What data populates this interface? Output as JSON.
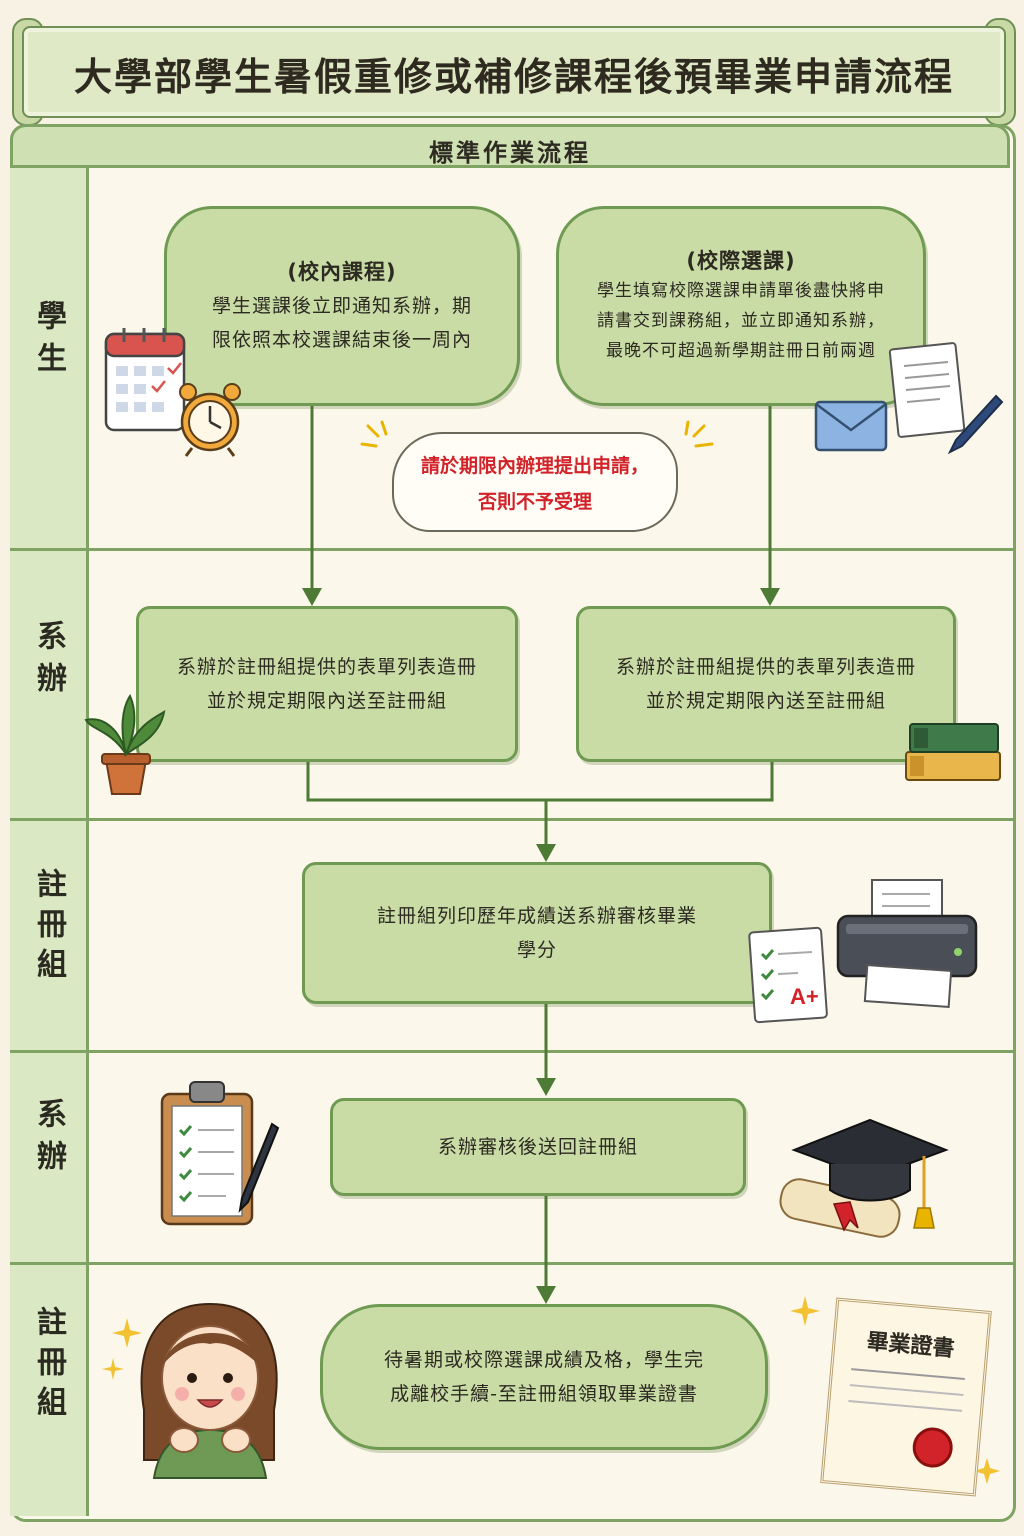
{
  "title": "大學部學生暑假重修或補修課程後預畢業申請流程",
  "header": "標準作業流程",
  "lanes": [
    "學生",
    "系辦",
    "註冊組",
    "系辦",
    "註冊組"
  ],
  "student": {
    "campus": {
      "title": "(校內課程)",
      "line1": "學生選課後立即通知系辦，期",
      "line2": "限依照本校選課結束後一周內"
    },
    "inter": {
      "title": "(校際選課)",
      "line1": "學生填寫校際選課申請單後盡快將申",
      "line2": "請書交到課務組，並立即通知系辦，",
      "line3": "最晚不可超過新學期註冊日前兩週"
    }
  },
  "notice": {
    "line1": "請於期限內辦理提出申請，",
    "line2": "否則不予受理"
  },
  "office1": {
    "left": {
      "line1": "系辦於註冊組提供的表單列表造冊",
      "line2": "並於規定期限內送至註冊組"
    },
    "right": {
      "line1": "系辦於註冊組提供的表單列表造冊",
      "line2": "並於規定期限內送至註冊組"
    }
  },
  "registry1": {
    "line1": "註冊組列印歷年成績送系辦審核畢業",
    "line2": "學分"
  },
  "office2": {
    "text": "系辦審核後送回註冊組"
  },
  "registry2": {
    "line1": "待暑期或校際選課成績及格，學生完",
    "line2": "成離校手續-至註冊組領取畢業證書"
  },
  "decor": {
    "grade": "A+",
    "certificate_title": "畢業證書",
    "icons": [
      "calendar-icon",
      "alarm-clock-icon",
      "envelope-icon",
      "document-icon",
      "pen-icon",
      "plant-icon",
      "books-icon",
      "grade-sheet-icon",
      "printer-icon",
      "clipboard-icon",
      "graduation-cap-icon",
      "diploma-icon",
      "student-icon",
      "certificate-icon",
      "sparkle-icon"
    ]
  },
  "colors": {
    "box_fill": "#c9dca6",
    "box_border": "#6f9a52",
    "lane_fill": "#dbe8c4",
    "notice_text": "#d2232a",
    "arrow": "#4d7a35"
  }
}
